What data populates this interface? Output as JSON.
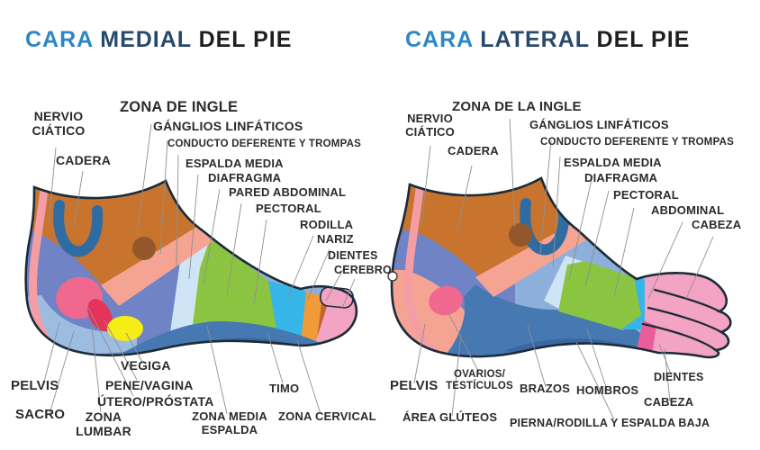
{
  "palette": {
    "title_blue": "#2E86C5",
    "title_navy": "#27496B",
    "title_dark": "#1F1F1F",
    "outline": "#1C2B39",
    "leader_line": "#8F8F8F",
    "orange_ankle": "#C8742F",
    "pink_stripe": "#F59DA4",
    "blue_u": "#2F6CA4",
    "brown_circle": "#94572B",
    "salmon_band": "#F5A493",
    "periwinkle": "#6F83C5",
    "light_blue": "#8CAFDC",
    "heel_light": "#9DBCE2",
    "pale_blue": "#CFE4F4",
    "green": "#8BC440",
    "cyan": "#35B5E8",
    "orange_band": "#F09A38",
    "dark_orange_band": "#C2642B",
    "toe_pink": "#F3A3C3",
    "sole_blue": "#4678B2",
    "sole_blue_dark": "#3A659E",
    "pink_ellipse": "#F0688E",
    "crimson": "#E6335A",
    "yellow": "#F6EC16",
    "magenta_sliver": "#E85D9A"
  },
  "left": {
    "title": {
      "w1": "CARA",
      "w2": "MEDIAL",
      "w3": "DEL PIE"
    },
    "labels": {
      "zona_ingle": "ZONA DE INGLE",
      "nervio_ciatico": "NERVIO CIÁTICO",
      "ganglios": "GÁNGLIOS LINFÁTICOS",
      "conducto": "CONDUCTO DEFERENTE Y TROMPAS",
      "cadera": "CADERA",
      "espalda_media": "ESPALDA MEDIA",
      "diafragma": "DIAFRAGMA",
      "pared_abdominal": "PARED ABDOMINAL",
      "pectoral": "PECTORAL",
      "rodilla": "RODILLA",
      "nariz": "NARIZ",
      "dientes": "DIENTES",
      "cerebro": "CEREBRO",
      "pelvis": "PELVIS",
      "sacro": "SACRO",
      "zona_lumbar": "ZONA LUMBAR",
      "vegiga": "VEGIGA",
      "pene_vagina": "PENE/VAGINA",
      "utero_prostata": "ÚTERO/PRÓSTATA",
      "timo": "TIMO",
      "zona_media_espalda": "ZONA MEDIA ESPALDA",
      "zona_cervical": "ZONA CERVICAL"
    }
  },
  "right": {
    "title": {
      "w1": "CARA",
      "w2": "LATERAL",
      "w3": "DEL PIE"
    },
    "labels": {
      "zona_ingle": "ZONA DE LA INGLE",
      "nervio_ciatico": "NERVIO CIÁTICO",
      "ganglios": "GÁNGLIOS LINFÁTICOS",
      "conducto": "CONDUCTO DEFERENTE Y TROMPAS",
      "cadera": "CADERA",
      "espalda_media": "ESPALDA MEDIA",
      "diafragma": "DIAFRAGMA",
      "pectoral": "PECTORAL",
      "abdominal": "ABDOMINAL",
      "cabeza_top": "CABEZA",
      "pelvis": "PELVIS",
      "ovarios_line1": "OVARIOS/",
      "ovarios_line2": "TESTÍCULOS",
      "area_gluteos": "ÁREA GLÚTEOS",
      "brazos": "BRAZOS",
      "hombros": "HOMBROS",
      "dientes": "DIENTES",
      "cabeza_bottom": "CABEZA",
      "pierna": "PIERNA/RODILLA Y ESPALDA BAJA"
    }
  }
}
